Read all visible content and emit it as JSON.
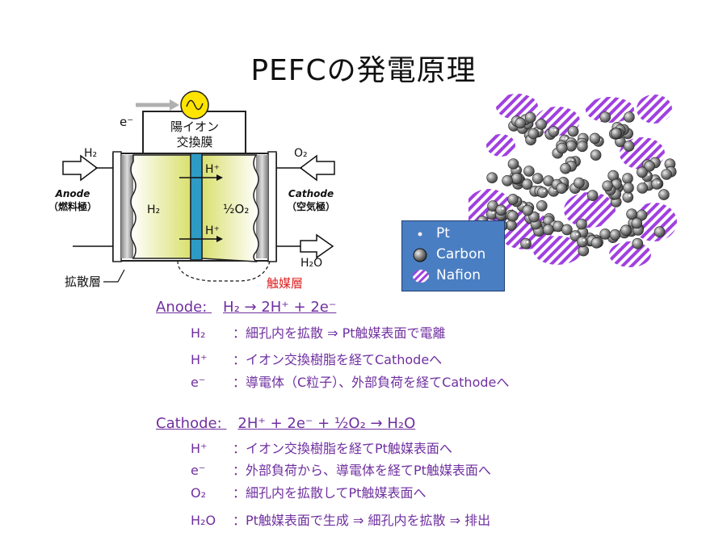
{
  "slide": {
    "title": "PEFCの発電原理"
  },
  "cell_diagram": {
    "electron_label": "e⁻",
    "membrane_label_line1": "陽イオン",
    "membrane_label_line2": "交換膜",
    "h2_in": "H₂",
    "o2_in": "O₂",
    "anode_label": "Anode",
    "anode_jp": "（燃料極）",
    "cathode_label": "Cathode",
    "cathode_jp": "（空気極）",
    "h2_inside": "H₂",
    "half_o2": "½O₂",
    "h_plus_top": "H⁺",
    "h_plus_bottom": "H⁺",
    "h2o_out": "H₂O",
    "diffusion_layer": "拡散層",
    "catalyst_layer": "触媒層",
    "colors": {
      "electrode_fill": "#E8EC9A",
      "membrane": "#2E9BC4",
      "catalyst_label": "#E02020"
    }
  },
  "micro_legend": {
    "items": [
      {
        "label": "Pt",
        "icon": "pt-dot-icon"
      },
      {
        "label": "Carbon",
        "icon": "carbon-sphere-icon"
      },
      {
        "label": "Nafion",
        "icon": "nafion-hatch-icon"
      }
    ],
    "colors": {
      "box": "#4A7EC2",
      "nafion": "#A040E0"
    }
  },
  "anode_reaction": {
    "header_label": "Anode:",
    "equation": "H₂ → 2H⁺ + 2e⁻",
    "rows": [
      {
        "species": "H₂",
        "text": "：細孔内を拡散 ⇒ Pt触媒表面で電離"
      },
      {
        "species": "H⁺",
        "text": "：イオン交換樹脂を経てCathodeへ"
      },
      {
        "species": "e⁻",
        "text": "：導電体（C粒子）、外部負荷を経てCathodeへ"
      }
    ]
  },
  "cathode_reaction": {
    "header_label": "Cathode:",
    "equation": "2H⁺ + 2e⁻ + ½O₂ → H₂O",
    "rows": [
      {
        "species": "H⁺",
        "text": "：イオン交換樹脂を経てPt触媒表面へ"
      },
      {
        "species": "e⁻",
        "text": "：外部負荷から、導電体を経てPt触媒表面へ"
      },
      {
        "species": "O₂",
        "text": "：細孔内を拡散してPt触媒表面へ"
      },
      {
        "species": "H₂O",
        "text": "：Pt触媒表面で生成 ⇒ 細孔内を拡散 ⇒ 排出"
      }
    ]
  },
  "theme": {
    "text_purple": "#7030A0"
  }
}
